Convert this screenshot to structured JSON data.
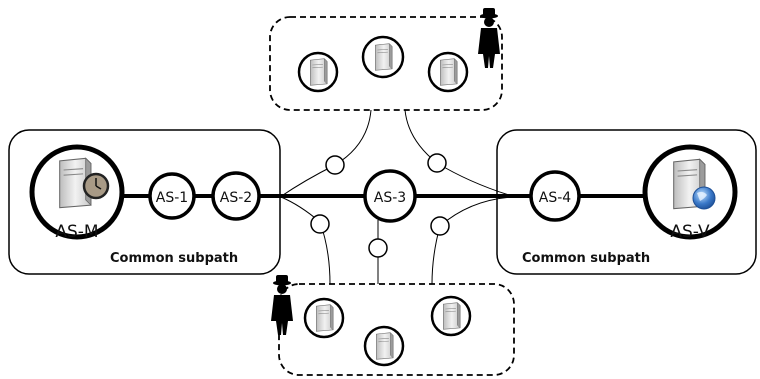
{
  "nodes": {
    "as_m": "AS-M",
    "as_1": "AS-1",
    "as_2": "AS-2",
    "as_3": "AS-3",
    "as_4": "AS-4",
    "as_v": "AS-V"
  },
  "regions": {
    "left_caption": "Common subpath",
    "right_caption": "Common subpath"
  },
  "icons": {
    "server": "server-icon",
    "clock": "clock-icon",
    "globe": "globe-icon",
    "adversary": "spy-icon"
  },
  "colors": {
    "stroke": "#000000",
    "server_body": "#e0e0e0",
    "globe": "#3a78c8",
    "clock_face": "#a89a86"
  }
}
